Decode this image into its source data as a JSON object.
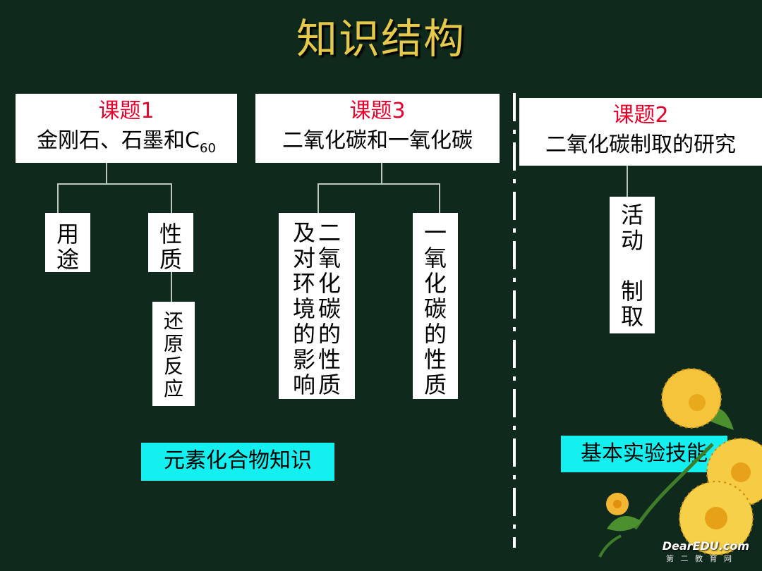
{
  "title": "知识结构",
  "topics": [
    {
      "num": "课题1",
      "name": "金刚石、石墨和C",
      "sub": "60"
    },
    {
      "num": "课题3",
      "name": "二氧化碳和一氧化碳"
    },
    {
      "num": "课题2",
      "name": "二氧化碳制取的研究"
    }
  ],
  "nodes": {
    "yongtu": "用途",
    "xingzhi": "性质",
    "huanyuan": "还原反应",
    "co2_col1": "二氧化碳的性质",
    "co2_col2": "及对环境的影响",
    "co": "一氧化碳的性质",
    "huodong": "活动",
    "zhiqu": "制取"
  },
  "labels": {
    "left": "元素化合物知识",
    "right": "基本实验技能"
  },
  "logo": {
    "main": "DearEDU.com",
    "sub": "第 二 教 育 网"
  },
  "colors": {
    "background": "#0f2a1c",
    "title": "#e6c94a",
    "topic_num": "#e8002a",
    "label_bg": "#14f0f0"
  }
}
